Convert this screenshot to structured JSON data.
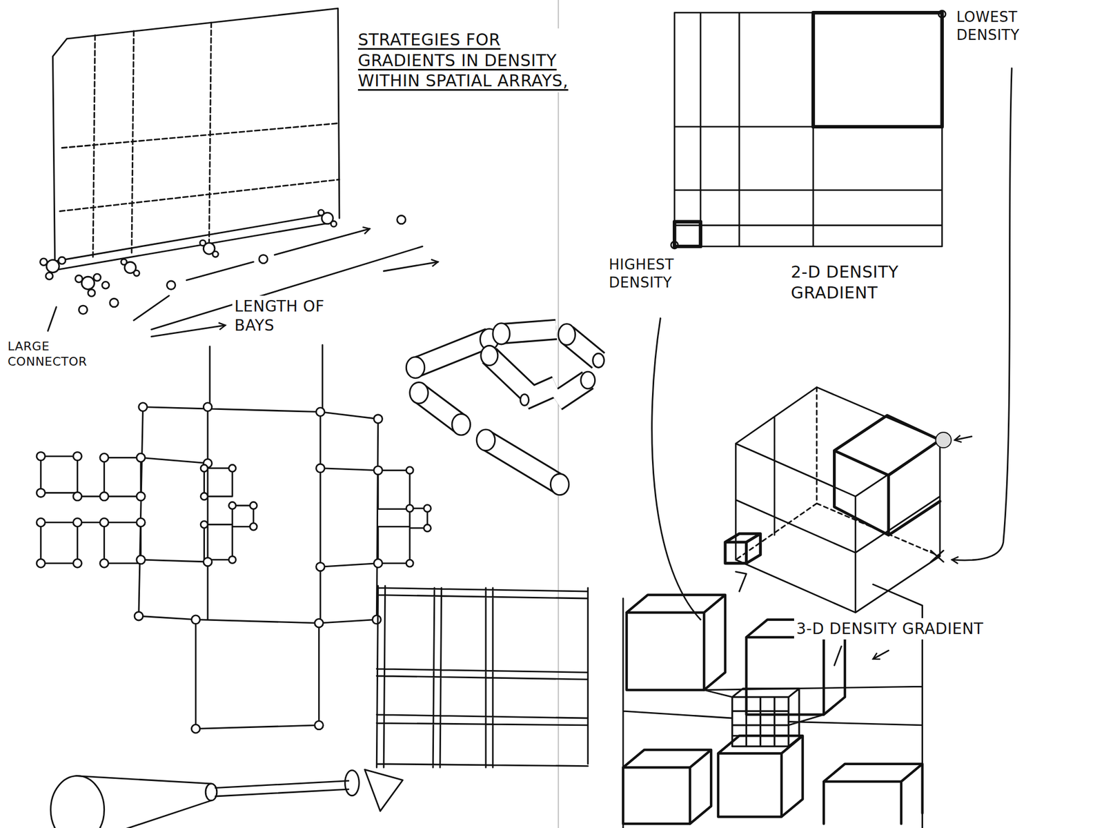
{
  "diagram": {
    "title": "STRATEGIES FOR GRADIENTS IN DENSITY WITHIN SPATIAL ARRAYS,",
    "labels": [
      "LARGE CONNECTOR",
      "LENGTH OF BAYS",
      "LOWEST DENSITY",
      "HIGHEST DENSITY",
      "2-D DENSITY GRADIENT",
      "3-D DENSITY GRADIENT"
    ]
  }
}
